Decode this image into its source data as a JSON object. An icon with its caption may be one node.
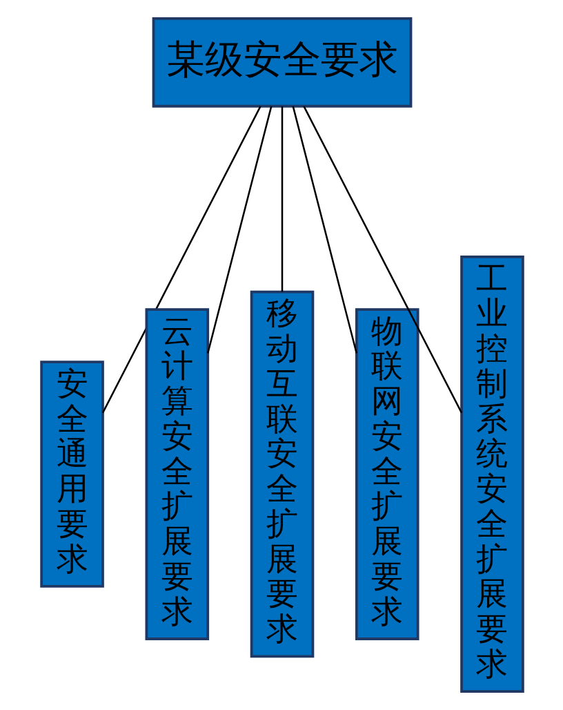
{
  "diagram": {
    "nodes": [
      {
        "text": [
          "某级安全要求"
        ]
      },
      {
        "text": [
          "安全通用要求"
        ]
      },
      {
        "text": [
          "云计算安全扩展要求"
        ]
      },
      {
        "text": [
          "移动互联安全扩展要求"
        ]
      },
      {
        "text": [
          "物联网安全扩展要求"
        ]
      },
      {
        "text": [
          "工业控制系统安全扩展要求"
        ]
      }
    ],
    "edges": [
      {
        "from": 0,
        "to": 1,
        "arrow": "none"
      },
      {
        "from": 0,
        "to": 2,
        "arrow": "none"
      },
      {
        "from": 0,
        "to": 3,
        "arrow": "none"
      },
      {
        "from": 0,
        "to": 4,
        "arrow": "none"
      },
      {
        "from": 0,
        "to": 5,
        "arrow": "none"
      }
    ]
  }
}
